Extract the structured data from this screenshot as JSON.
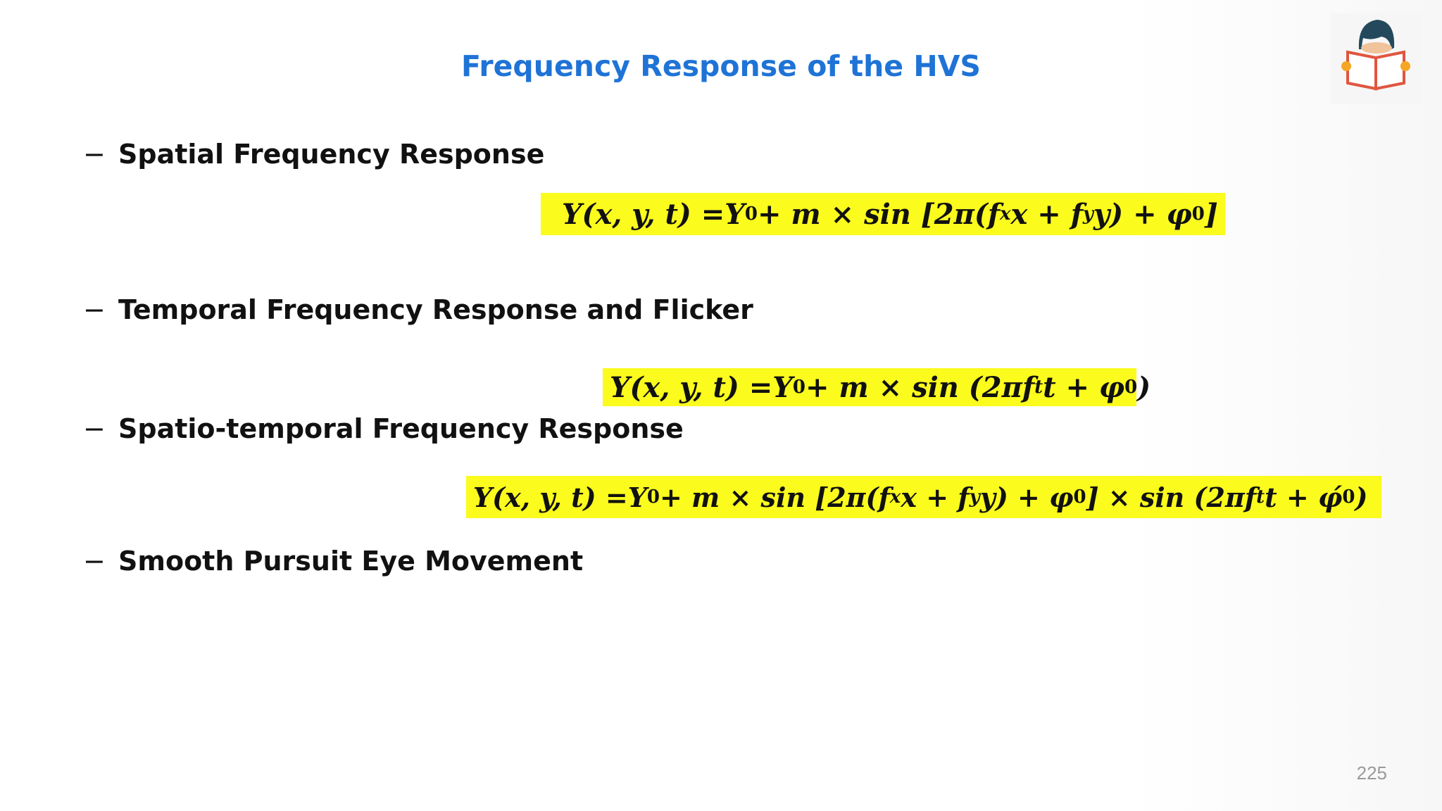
{
  "slide": {
    "title": "Frequency Response of the HVS",
    "page_number": "225",
    "accent_color": "#1f73d6",
    "highlight_color": "#fbfb1e",
    "logo_icon": "reading-person-icon"
  },
  "bullets": [
    {
      "dash": "−",
      "label": "Spatial Frequency Response"
    },
    {
      "dash": "−",
      "label": "Temporal Frequency Response and Flicker"
    },
    {
      "dash": "−",
      "label": "Spatio-temporal Frequency Response"
    },
    {
      "dash": "−",
      "label": "Smooth Pursuit Eye Movement"
    }
  ],
  "formulas": {
    "spatial": {
      "lhs": "Y(x, y, t) = ",
      "y0": "Y",
      "y0_sub": "0",
      "mid": " + m × sin [2π(f",
      "fx_sub": "x",
      "mid2": "x + f",
      "fy_sub": "y",
      "mid3": "y) + φ",
      "phi_sub": "0",
      "end": "]"
    },
    "temporal": {
      "lhs": "Y(x, y, t) = ",
      "y0": "Y",
      "y0_sub": "0",
      "mid": " + m × sin (2πf",
      "ft_sub": "t",
      "mid2": "t + φ",
      "phi_sub": "0",
      "end": ")"
    },
    "spatiotemporal": {
      "lhs": "Y(x, y, t) = ",
      "y0": "Y",
      "y0_sub": "0",
      "mid": " + m × sin [2π(f",
      "fx_sub": "x",
      "mid2": "x + f",
      "fy_sub": "y",
      "mid3": "y) + φ",
      "phi_sub": "0",
      "mid4": "] × sin (2πf",
      "ft_sub": "t",
      "mid5": "t + φ́",
      "phi2_sub": "0",
      "end": ")"
    }
  }
}
